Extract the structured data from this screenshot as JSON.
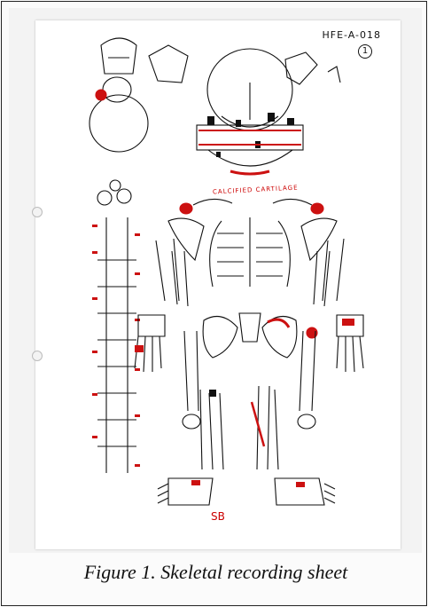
{
  "sheet": {
    "id_label": "HFE-A-018",
    "sheet_number": "1",
    "cartilage_label": "CALCIFIED CARTILAGE",
    "initials": "SB"
  },
  "caption": "Figure 1. Skeletal recording sheet",
  "colors": {
    "ink": "#111111",
    "mark": "#cc1111"
  }
}
